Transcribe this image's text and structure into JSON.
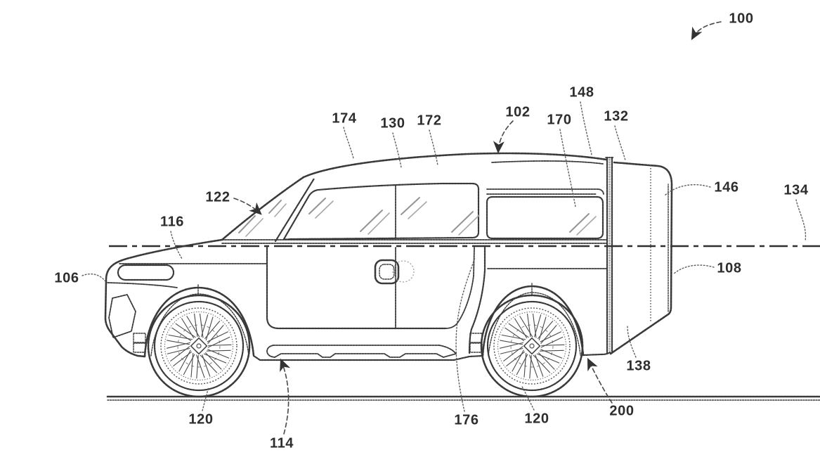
{
  "figure": {
    "kind": "patent line drawing",
    "subject": "vehicle side elevation with rear cargo module",
    "background_color": "#ffffff",
    "line_color": "#3a3a3a",
    "label_color": "#2d2d2d"
  },
  "callouts": [
    {
      "ref": "100"
    },
    {
      "ref": "174"
    },
    {
      "ref": "130"
    },
    {
      "ref": "172"
    },
    {
      "ref": "102"
    },
    {
      "ref": "148"
    },
    {
      "ref": "170"
    },
    {
      "ref": "132"
    },
    {
      "ref": "146"
    },
    {
      "ref": "134"
    },
    {
      "ref": "122"
    },
    {
      "ref": "116"
    },
    {
      "ref": "106"
    },
    {
      "ref": "108"
    },
    {
      "ref": "138"
    },
    {
      "ref": "176"
    },
    {
      "ref": "120"
    },
    {
      "ref": "114"
    },
    {
      "ref": "120"
    },
    {
      "ref": "200"
    }
  ]
}
